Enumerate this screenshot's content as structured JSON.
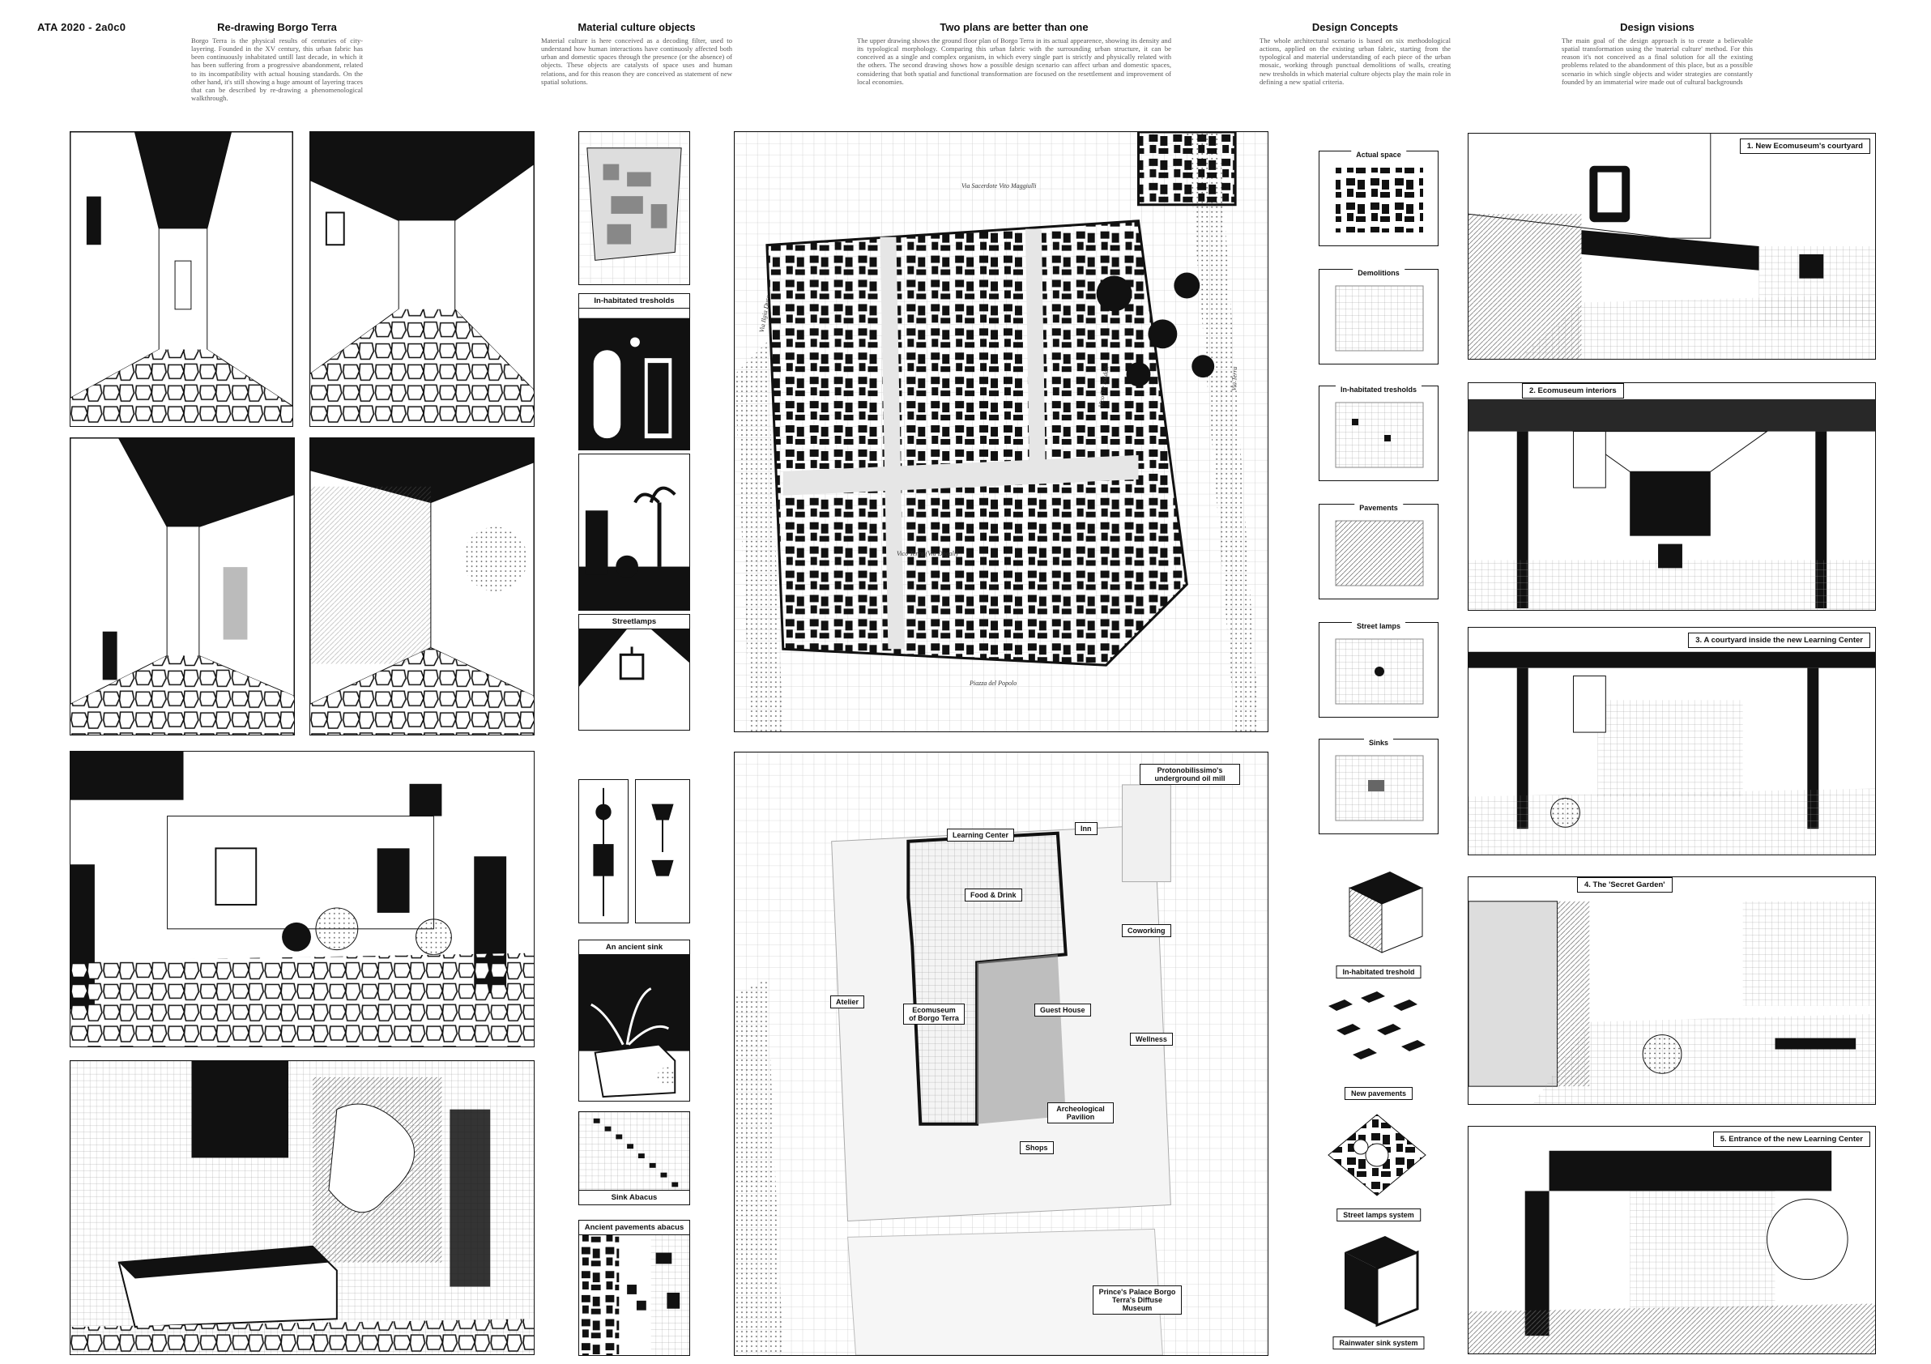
{
  "board": {
    "code": "ATA 2020 - 2a0c0"
  },
  "columns": [
    {
      "title": "Re-drawing Borgo Terra",
      "text": "Borgo Terra is the physical results of centuries of city-layering. Founded in the XV century, this urban fabric has been continuously inhabitated untill last decade, in which it has been suffering from a progressive abandonment, related to its incompatibility with actual housing standards. On the other hand, it's still showing a huge amount of layering traces that can be described by re-drawing a phenomenological walkthrough."
    },
    {
      "title": "Material culture objects",
      "text": "Material culture is here conceived as a decoding filter, used to understand how human interactions have continuosly affected both urban and domestic spaces through the presence (or the absence) of objects. These objects are catalysts of space uses and human relations, and for this reason they are conceived as statement of new spatial solutions."
    },
    {
      "title": "Two plans are better than one",
      "text": "The upper drawing shows the ground floor plan of Borgo Terra in its actual appearence, showing its density and its typological morphology. Comparing this urban fabric with the surrounding urban structure, it can be conceived as a single and complex organism, in which every single part is strictly and physically related with the others. The second drawing shows how a possible design scenario can affect urban and domestic spaces, considering that both spatial and functional transformation are focused on the resettlement and improvement of local economies."
    },
    {
      "title": "Design Concepts",
      "text": "The whole architectural scenario is based on six methodological actions, applied on the existing urban fabric, starting from the typological and material understanding of each piece of the urban mosaic, working through punctual demolitions of walls, creating new tresholds in which material culture objects play the main role in defining a new spatial criteria."
    },
    {
      "title": "Design visions",
      "text": "The main goal of the design approach is to create a believable spatial transformation using the 'material culture' method. For this reason it's not conceived as a final solution for all the existing problems related to the abandonment of this place, but as a possible scenario in which single objects and wider strategies are constantly founded by an immaterial wire made out of cultural backgrounds"
    }
  ],
  "objects": {
    "thresholds": "In-habitated tresholds",
    "streetlamps": "Streetlamps",
    "sink": "An ancient sink",
    "sink_abacus": "Sink Abacus",
    "pavements_abacus": "Ancient pavements abacus"
  },
  "upper_plan": {
    "streets": [
      "Via Sacerdote Vito Maggiulli",
      "Via Ilgia Dura",
      "Vico Terra (Via Dogali)",
      "Via Terra",
      "Vico Tre Soldati",
      "Piazza del Popolo"
    ]
  },
  "lower_plan": {
    "labels": {
      "oil_mill": "Protonobilissimo's underground oil mill",
      "inn": "Inn",
      "learning": "Learning Center",
      "food": "Food & Drink",
      "coworking": "Coworking",
      "atelier": "Atelier",
      "ecomuseum": "Ecomuseum of Borgo Terra",
      "guest": "Guest House",
      "wellness": "Wellness",
      "archeo": "Archeological Pavilion",
      "shops": "Shops",
      "palace": "Prince's Palace Borgo Terra's Diffuse Museum"
    }
  },
  "concepts": {
    "actual": "Actual space",
    "demolitions": "Demolitions",
    "thresholds": "In-habitated tresholds",
    "pavements": "Pavements",
    "street_lamps": "Street lamps",
    "sinks": "Sinks",
    "iso_threshold": "In-habitated treshold",
    "iso_pavements": "New pavements",
    "iso_lamps": "Street lamps system",
    "iso_sink": "Rainwater sink system"
  },
  "visions": [
    {
      "label": "1.  New Ecomuseum's courtyard"
    },
    {
      "label": "2. Ecomuseum interiors"
    },
    {
      "label": "3.  A courtyard inside the new Learning Center"
    },
    {
      "label": "4. The 'Secret Garden'"
    },
    {
      "label": "5. Entrance of the new Learning Center"
    }
  ]
}
